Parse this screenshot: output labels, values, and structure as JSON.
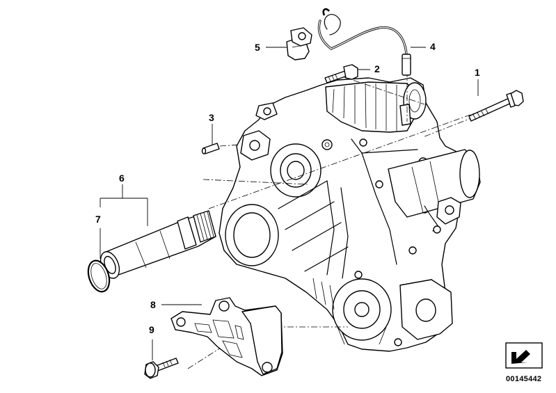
{
  "callouts": [
    {
      "id": "1",
      "label": "1"
    },
    {
      "id": "2",
      "label": "2"
    },
    {
      "id": "3",
      "label": "3"
    },
    {
      "id": "4",
      "label": "4"
    },
    {
      "id": "5",
      "label": "5"
    },
    {
      "id": "6",
      "label": "6"
    },
    {
      "id": "7",
      "label": "7"
    },
    {
      "id": "8",
      "label": "8"
    },
    {
      "id": "9",
      "label": "9"
    }
  ],
  "document_number": "00145442",
  "icons": {
    "nav": "arrow-badge-icon"
  }
}
